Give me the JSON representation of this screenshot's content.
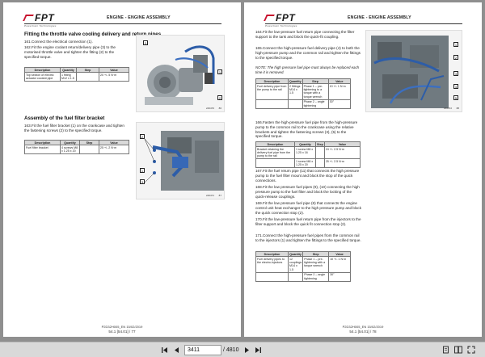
{
  "brand": {
    "name": "FPT",
    "tagline": "Powertrain Technologies"
  },
  "left_page": {
    "header_title": "ENGINE - ENGINE ASSEMBLY",
    "section1_title": "Fitting the throttle valve cooling delivery and return pipes",
    "steps1": [
      {
        "num": "161.",
        "text": "Connect the electrical connection (1)."
      },
      {
        "num": "162.",
        "text": "Fit the engine coolant return/delivery pipe (3) to the motorised throttle valve and tighten the fitting (2) to the specified torque."
      }
    ],
    "table1": {
      "headers": [
        "Description",
        "Quantity",
        "Step",
        "Value"
      ],
      "rows": [
        [
          "Top section of electric actuator coolant pipe",
          "1 fitting M12 x 1.5",
          "",
          "20 +/- 5 N·m"
        ]
      ]
    },
    "fig1_code": "246470",
    "fig1_num": "86",
    "fig1_callouts": [
      "3",
      "1",
      "2"
    ],
    "section2_title": "Assembly of the fuel filter bracket",
    "steps2": [
      {
        "num": "163.",
        "text": "Fit the fuel filter bracket (1) on the crankcase and tighten the fastening screws (2) to the specified torque."
      }
    ],
    "table2": {
      "headers": [
        "Description",
        "Quantity",
        "Step",
        "Value"
      ],
      "rows": [
        [
          "Fuel filter bracket",
          "4 screws M8 x 1.25 x 20",
          "",
          "25 +/- 2 N·m"
        ]
      ]
    },
    "fig2_code": "246471",
    "fig2_num": "87",
    "fig2_callouts": [
      "2",
      "1",
      "3"
    ],
    "footer_ref": "P2D32H005_EN 15/02/2019",
    "footer_page": "54.1 [54.01] / 77"
  },
  "right_page": {
    "header_title": "ENGINE - ENGINE ASSEMBLY",
    "steps1": [
      {
        "num": "164.",
        "text": "Fit the low-pressure fuel return pipe connecting the filter support to the tank and block the quick-fit coupling."
      },
      {
        "num": "165.",
        "text": "Connect the high-pressure fuel delivery pipe (4) to both the high-pressure pump and the common rail and tighten the fittings to the specified torque."
      }
    ],
    "note": "NOTE: The high pressure fuel pipe must always be replaced each time it is removed.",
    "table1": {
      "headers": [
        "Description",
        "Quantity",
        "Step",
        "Value"
      ],
      "rows": [
        [
          "Fuel delivery pipe from the pump to the rail",
          "2 fittings M14 x 1.5",
          "Phase 1 – pre-tightening to a torque with a torque wrench",
          "10 +/- 1 N·m"
        ],
        [
          "",
          "",
          "Phase 2 – angle tightening",
          "30°"
        ]
      ]
    },
    "fig_callouts": [
      "1",
      "2",
      "3",
      "4",
      "5"
    ],
    "fig_code": "246472",
    "fig_num": "88",
    "steps2": [
      {
        "num": "166.",
        "text": "Fasten the high-pressure fuel pipe from the high-pressure pump to the common rail to the crankcase using the relative brackets and tighten the fastening screws (3), (5) to the specified torque."
      }
    ],
    "table2": {
      "headers": [
        "Description",
        "Quantity",
        "Step",
        "Value"
      ],
      "rows": [
        [
          "Bracket retaining the delivery fuel pipe from the pump to the rail",
          "1 screw M8 x 1.25 x 16",
          "",
          "24 +/- 2.5 N·m"
        ],
        [
          "",
          "1 screw M8 x 1.25 x 20",
          "",
          "25 +/- 2.5 N·m"
        ]
      ]
    },
    "steps3": [
      {
        "num": "167.",
        "text": "Fit the fuel return pipe (11) that connects the high pressure pump to the fuel filter mount and block the stop of the quick connections."
      },
      {
        "num": "168.",
        "text": "Fit the low pressure fuel pipes (9), (10) connecting the high pressure pump to the fuel filter and block the locking of the quick-release couplings."
      },
      {
        "num": "169.",
        "text": "Fit the low pressure fuel pipe (8) that connects the engine control unit heat exchanger to the high pressure pump and block the quick connection stop (2)."
      },
      {
        "num": "170.",
        "text": "Fit the low-pressure fuel return pipe from the injectors to the filter support and block the quick fit connection stop (2)."
      },
      {
        "num": "171.",
        "text": "Connect the high-pressure fuel pipes from the common rail to the injectors (1) and tighten the fittings to the specified torque."
      }
    ],
    "table3": {
      "headers": [
        "Description",
        "Quantity",
        "Step",
        "Value"
      ],
      "rows": [
        [
          "Fuel delivery pipes to the electro-injectors",
          "12 couplings M14 x 1.5",
          "Phase 1 – pre-tightening with a torque wrench",
          "10 +/- 1 N·m"
        ],
        [
          "",
          "",
          "Phase 2 – angle tightening",
          "30°"
        ]
      ]
    },
    "footer_ref": "P2D32H005_EN 15/02/2019",
    "footer_page": "54.1 [54.01] / 78"
  },
  "toolbar": {
    "current_page": "3411",
    "total_pages": "/ 4810"
  }
}
